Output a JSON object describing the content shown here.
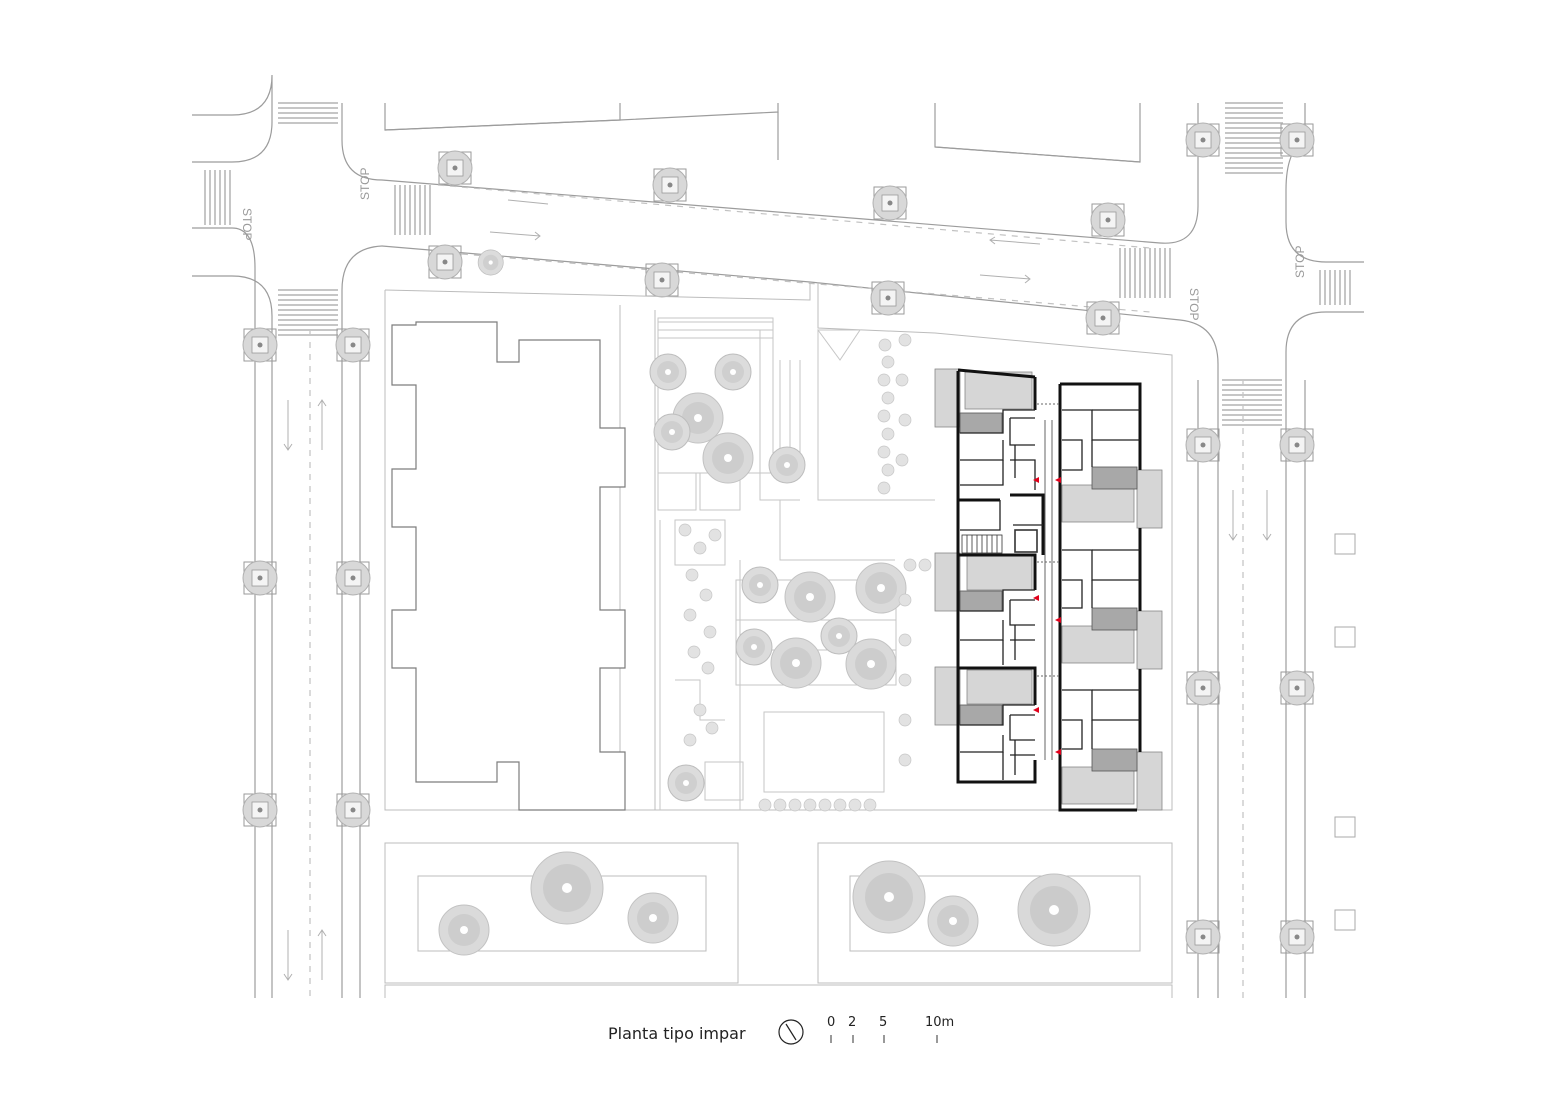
{
  "title": "Planta tipo impar",
  "scale_bar": {
    "labels": [
      "0",
      "2",
      "5",
      "10m"
    ]
  },
  "road_markings": [
    "STOP",
    "STOP",
    "STOP",
    "STOP"
  ],
  "icons": {
    "north": "north-arrow-icon"
  },
  "colors": {
    "line_light": "#b8b8b8",
    "line_mid": "#8a8a8a",
    "wall": "#111111",
    "tree": "#d9d9d9",
    "balcony": "#d4d4d4",
    "core": "#a6a6a6",
    "door": "#e0001b"
  }
}
